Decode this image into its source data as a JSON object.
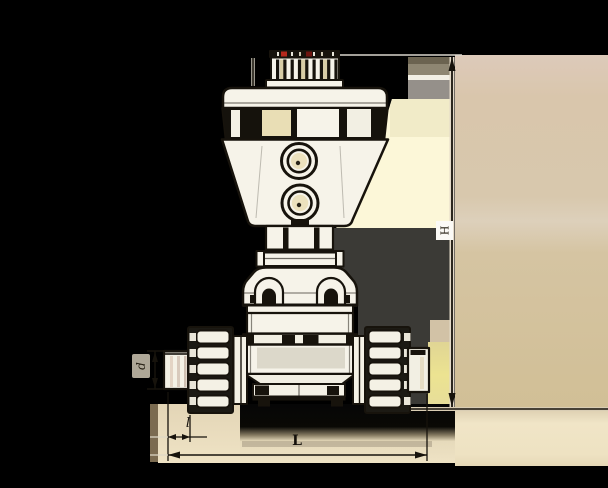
{
  "drawing": {
    "kind": "valve-dimension-drawing",
    "labels": {
      "height": "H",
      "overall_length": "L",
      "insertion_depth": "l",
      "pipe_diameter": "d"
    }
  },
  "colors": {
    "background": "#000000",
    "paper_cream": "#fcf7d8",
    "panel_dark": "#3b3a36",
    "panel_tan": "#d5c3a4",
    "highlight_yellow": "#eae191",
    "bottom_cream": "#efe3c5",
    "drawing_fill": "#f6f3e9",
    "line_dark": "#17130c",
    "accent_red": "#b5281c"
  }
}
